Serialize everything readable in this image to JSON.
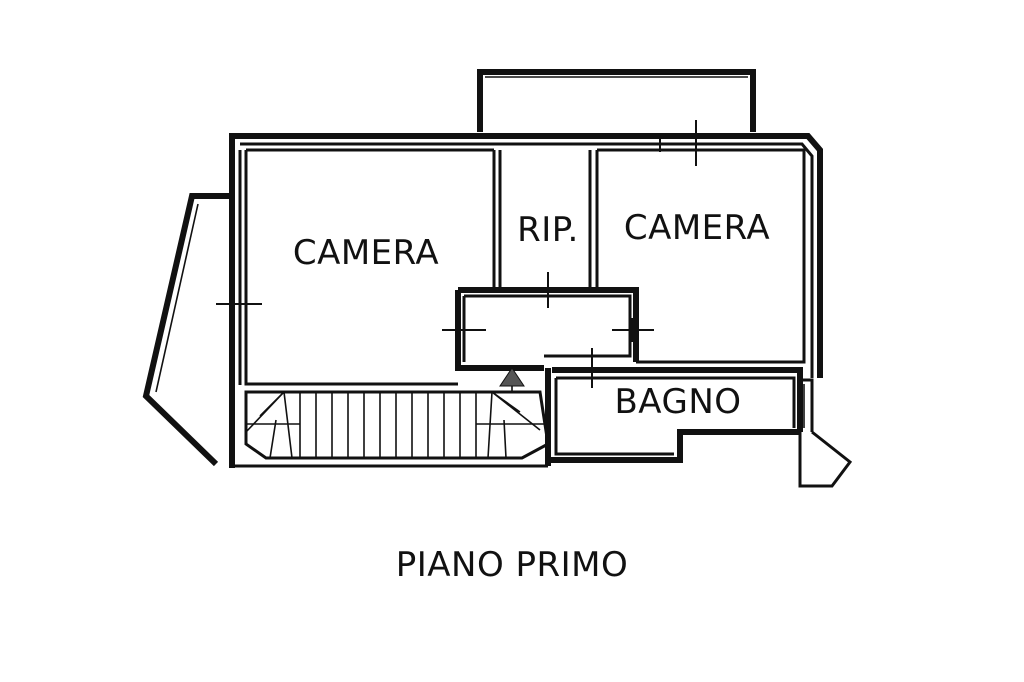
{
  "rooms": {
    "camera_left": "CAMERA",
    "ripostiglio": "RIP.",
    "camera_right": "CAMERA",
    "bagno": "BAGNO"
  },
  "plan": {
    "title": "PIANO PRIMO"
  },
  "colors": {
    "ink": "#111111",
    "background": "#ffffff"
  }
}
